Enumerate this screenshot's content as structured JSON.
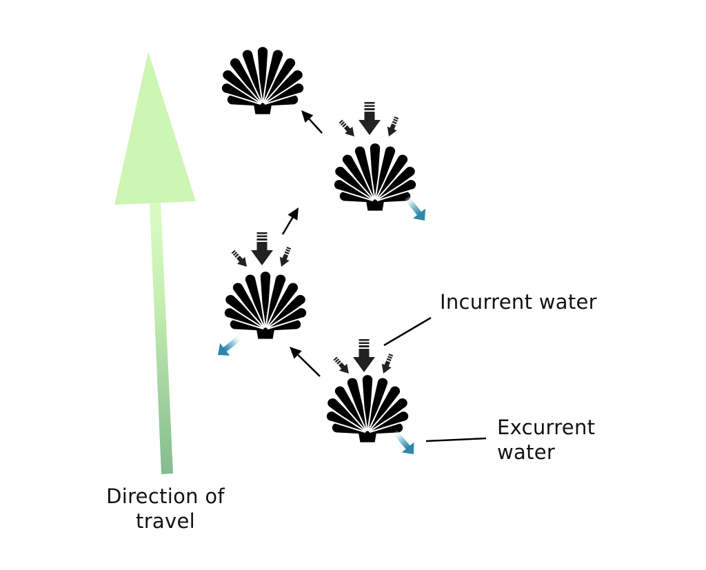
{
  "labels": {
    "direction": [
      "Direction of",
      "travel"
    ],
    "incurrent": "Incurrent water",
    "excurrent": [
      "Excurrent",
      "water"
    ]
  },
  "colors": {
    "shell": "#000000",
    "movement_arrow": "#000000",
    "incurrent_arrow": "#222222",
    "excurrent_arrow": "#2f86a8",
    "direction_arrow_top": "#d8fbc0",
    "direction_arrow_bottom": "#7db88a",
    "text": "#111111"
  },
  "icons": {
    "shell": "scallop-shell-icon",
    "incurrent": "incurrent-water-arrows",
    "excurrent": "excurrent-water-arrow",
    "movement": "movement-arrow",
    "direction": "direction-of-travel-arrow"
  },
  "scallop_count": 4
}
